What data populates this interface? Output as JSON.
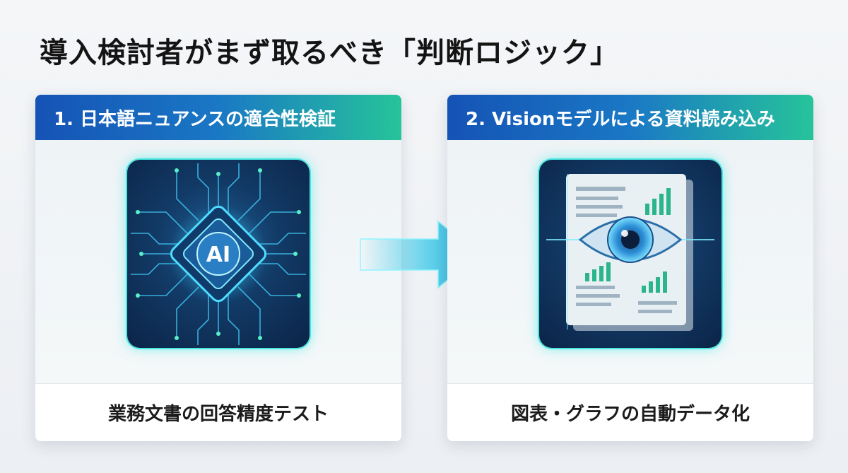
{
  "title": "導入検討者がまず取るべき「判断ロジック」",
  "cards": [
    {
      "header": "1. 日本語ニュアンスの適合性検証",
      "icon": "ai-chip-icon",
      "icon_label": "AI",
      "footer": "業務文書の回答精度テスト"
    },
    {
      "header": "2. Visionモデルによる資料読み込み",
      "icon": "eye-document-icon",
      "footer": "図表・グラフの自動データ化"
    }
  ],
  "arrow_icon": "right-arrow-icon",
  "colors": {
    "header_start": "#1553b5",
    "header_end": "#26c49a",
    "icon_bg": "#123a66",
    "glow": "#00e6dc"
  }
}
